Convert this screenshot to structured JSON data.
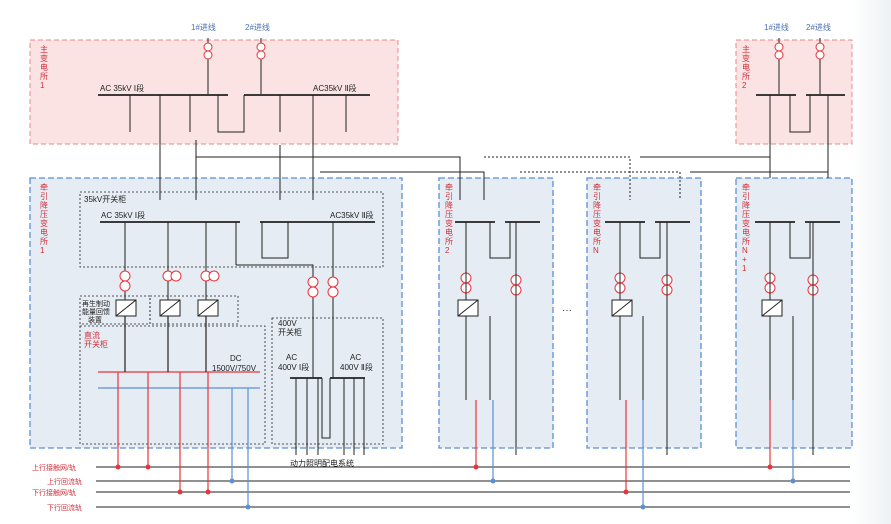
{
  "incoming": [
    "1#进线",
    "2#进线",
    "1#进线",
    "2#进线"
  ],
  "main_substation_1": "主变电所1",
  "main_substation_2": "主变电所2",
  "bus_35kv_1": "AC 35kV Ⅰ段",
  "bus_35kv_2": "AC35kV Ⅱ段",
  "traction_1": "牵引降压变电所1",
  "traction_2": "牵引降压变电所2",
  "traction_n": "牵引降压变电所N",
  "traction_n1": "牵引降压变电所N+1",
  "cabinet_35kv": "35kV开关柜",
  "bus_35kv_1b": "AC 35kV Ⅰ段",
  "bus_35kv_2b": "AC35kV Ⅱ段",
  "energy_feedback": "再生制动能量回馈装置",
  "dc_cabinet": "直流开关柜",
  "dc_voltage": "DC 1500V/750V",
  "cabinet_400v": "400V开关柜",
  "bus_400v_1": "AC 400V Ⅰ段",
  "bus_400v_2": "AC 400V Ⅱ段",
  "power_lighting": "动力照明配电系统",
  "ellipsis": "···",
  "rail_labels": [
    "上行接触网/轨",
    "上行回流轨",
    "下行接触网/轨",
    "下行回流轨"
  ],
  "colors": {
    "red": "#e8343a",
    "blue": "#5b8fd6",
    "pink_fill": "#fbe3e4",
    "pink_border": "#e88a8e",
    "blue_fill": "#e6ecf3",
    "blue_border": "#5b8fd6"
  }
}
